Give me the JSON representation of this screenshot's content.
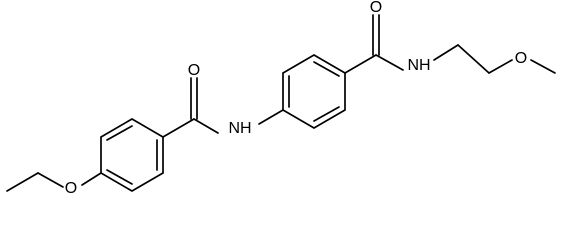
{
  "molecule": {
    "atoms": {
      "carbonyl_o_left": "O",
      "amide_nh_left": "NH",
      "carbonyl_o_right": "O",
      "amide_nh_right": "NH",
      "ether_o_methoxy": "O",
      "ether_o_ethoxy": "O"
    }
  },
  "colors": {
    "bond": "#000000",
    "text": "#000000",
    "background": "#ffffff"
  }
}
